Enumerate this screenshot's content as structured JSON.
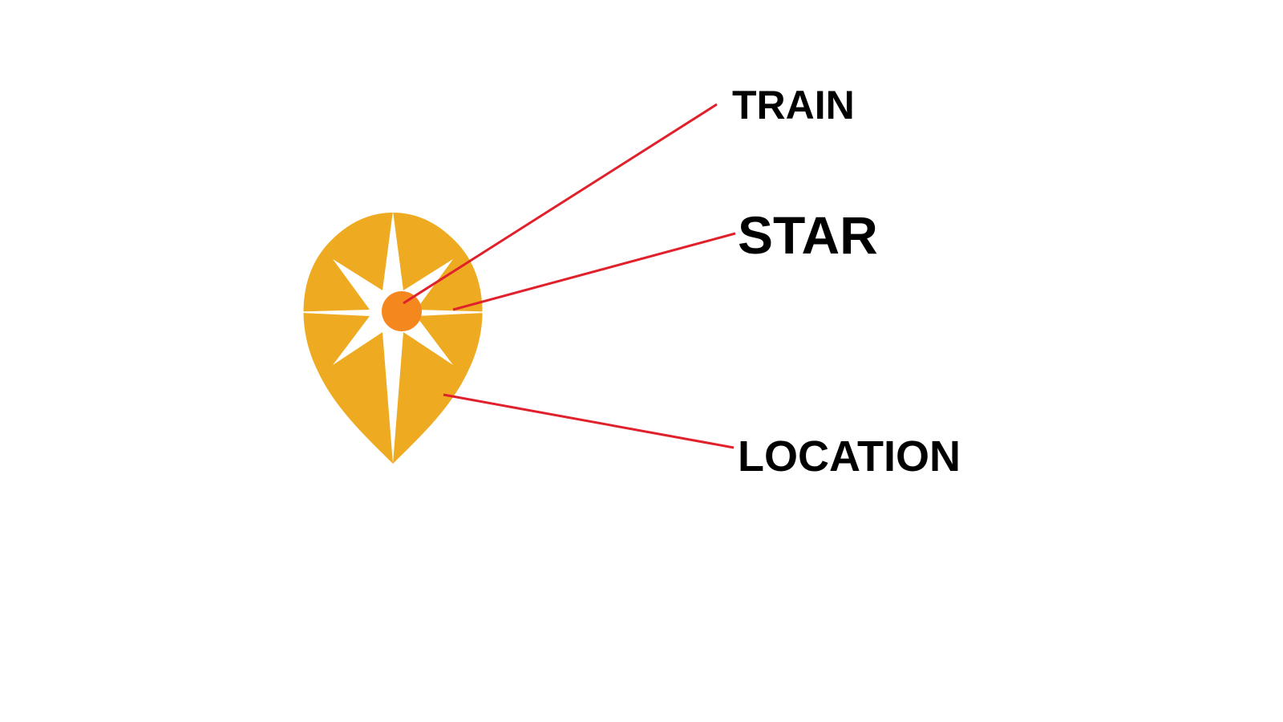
{
  "diagram": {
    "labels": {
      "train": "TRAIN",
      "star": "STAR",
      "location": "LOCATION"
    },
    "colors": {
      "pin": "#EEAB22",
      "star": "#FFFFFF",
      "center_dot": "#F5871F",
      "leader_line": "#E0212B",
      "text": "#000000",
      "background": "#FFFFFF"
    },
    "icon_names": {
      "pin": "map-pin-icon",
      "star": "compass-star-icon",
      "dot": "center-dot-icon"
    }
  }
}
